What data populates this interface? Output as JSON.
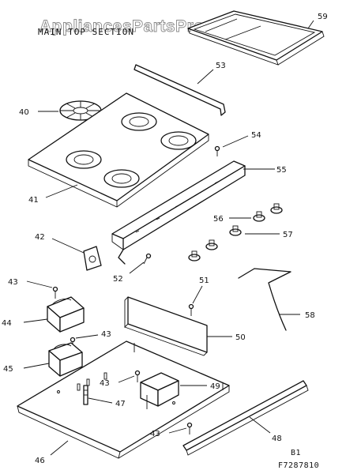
{
  "watermark": "AppliancesPartsPros.com",
  "title": "MAIN TOP SECTION",
  "callouts": {
    "p40": "40",
    "p41": "41",
    "p42": "42",
    "p43a": "43",
    "p43b": "43",
    "p43c": "43",
    "p43d": "43",
    "p44": "44",
    "p45": "45",
    "p46": "46",
    "p47": "47",
    "p48": "48",
    "p49": "49",
    "p50": "50",
    "p51": "51",
    "p52": "52",
    "p53": "53",
    "p54": "54",
    "p55": "55",
    "p56": "56",
    "p57": "57",
    "p58": "58",
    "p59": "59"
  },
  "footer": {
    "code1": "B1",
    "code2": "F7287810"
  },
  "colors": {
    "line": "#111111",
    "watermark_stroke": "#8a8a8a"
  }
}
